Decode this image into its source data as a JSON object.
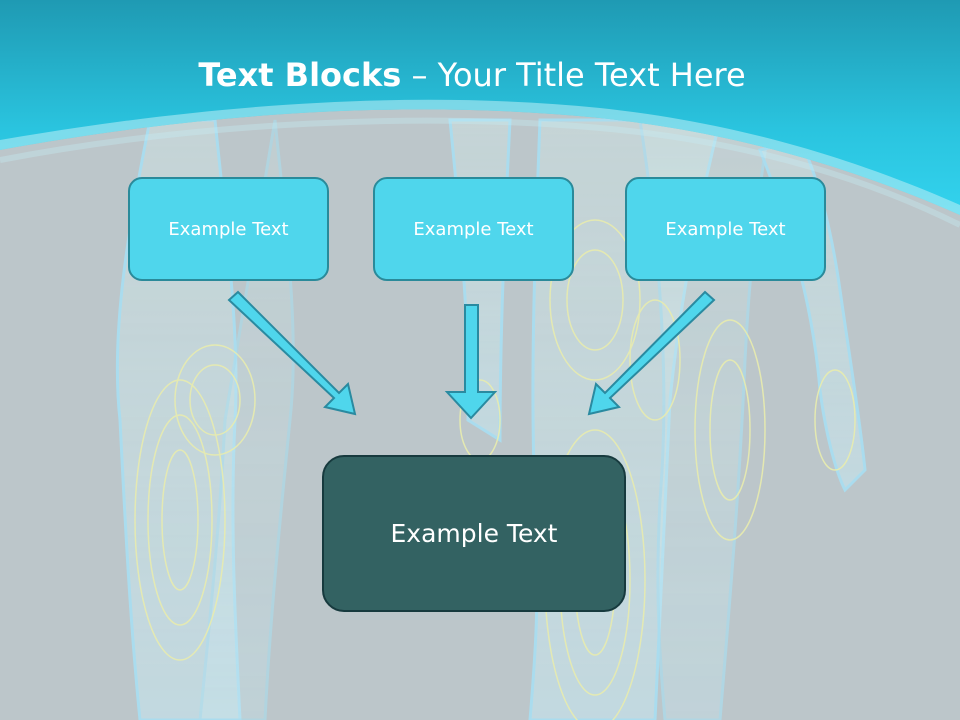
{
  "title": {
    "bold": "Text Blocks",
    "separator": " – ",
    "rest": "Your Title Text Here"
  },
  "blocks": {
    "left": "Example Text",
    "middle": "Example Text",
    "right": "Example Text",
    "center": "Example Text"
  },
  "colors": {
    "header": "#2ccde6",
    "top_box": "#4fd6ec",
    "center_box": "#336262",
    "arrow": "#4fd6ec",
    "background": "#bcc6ca"
  }
}
